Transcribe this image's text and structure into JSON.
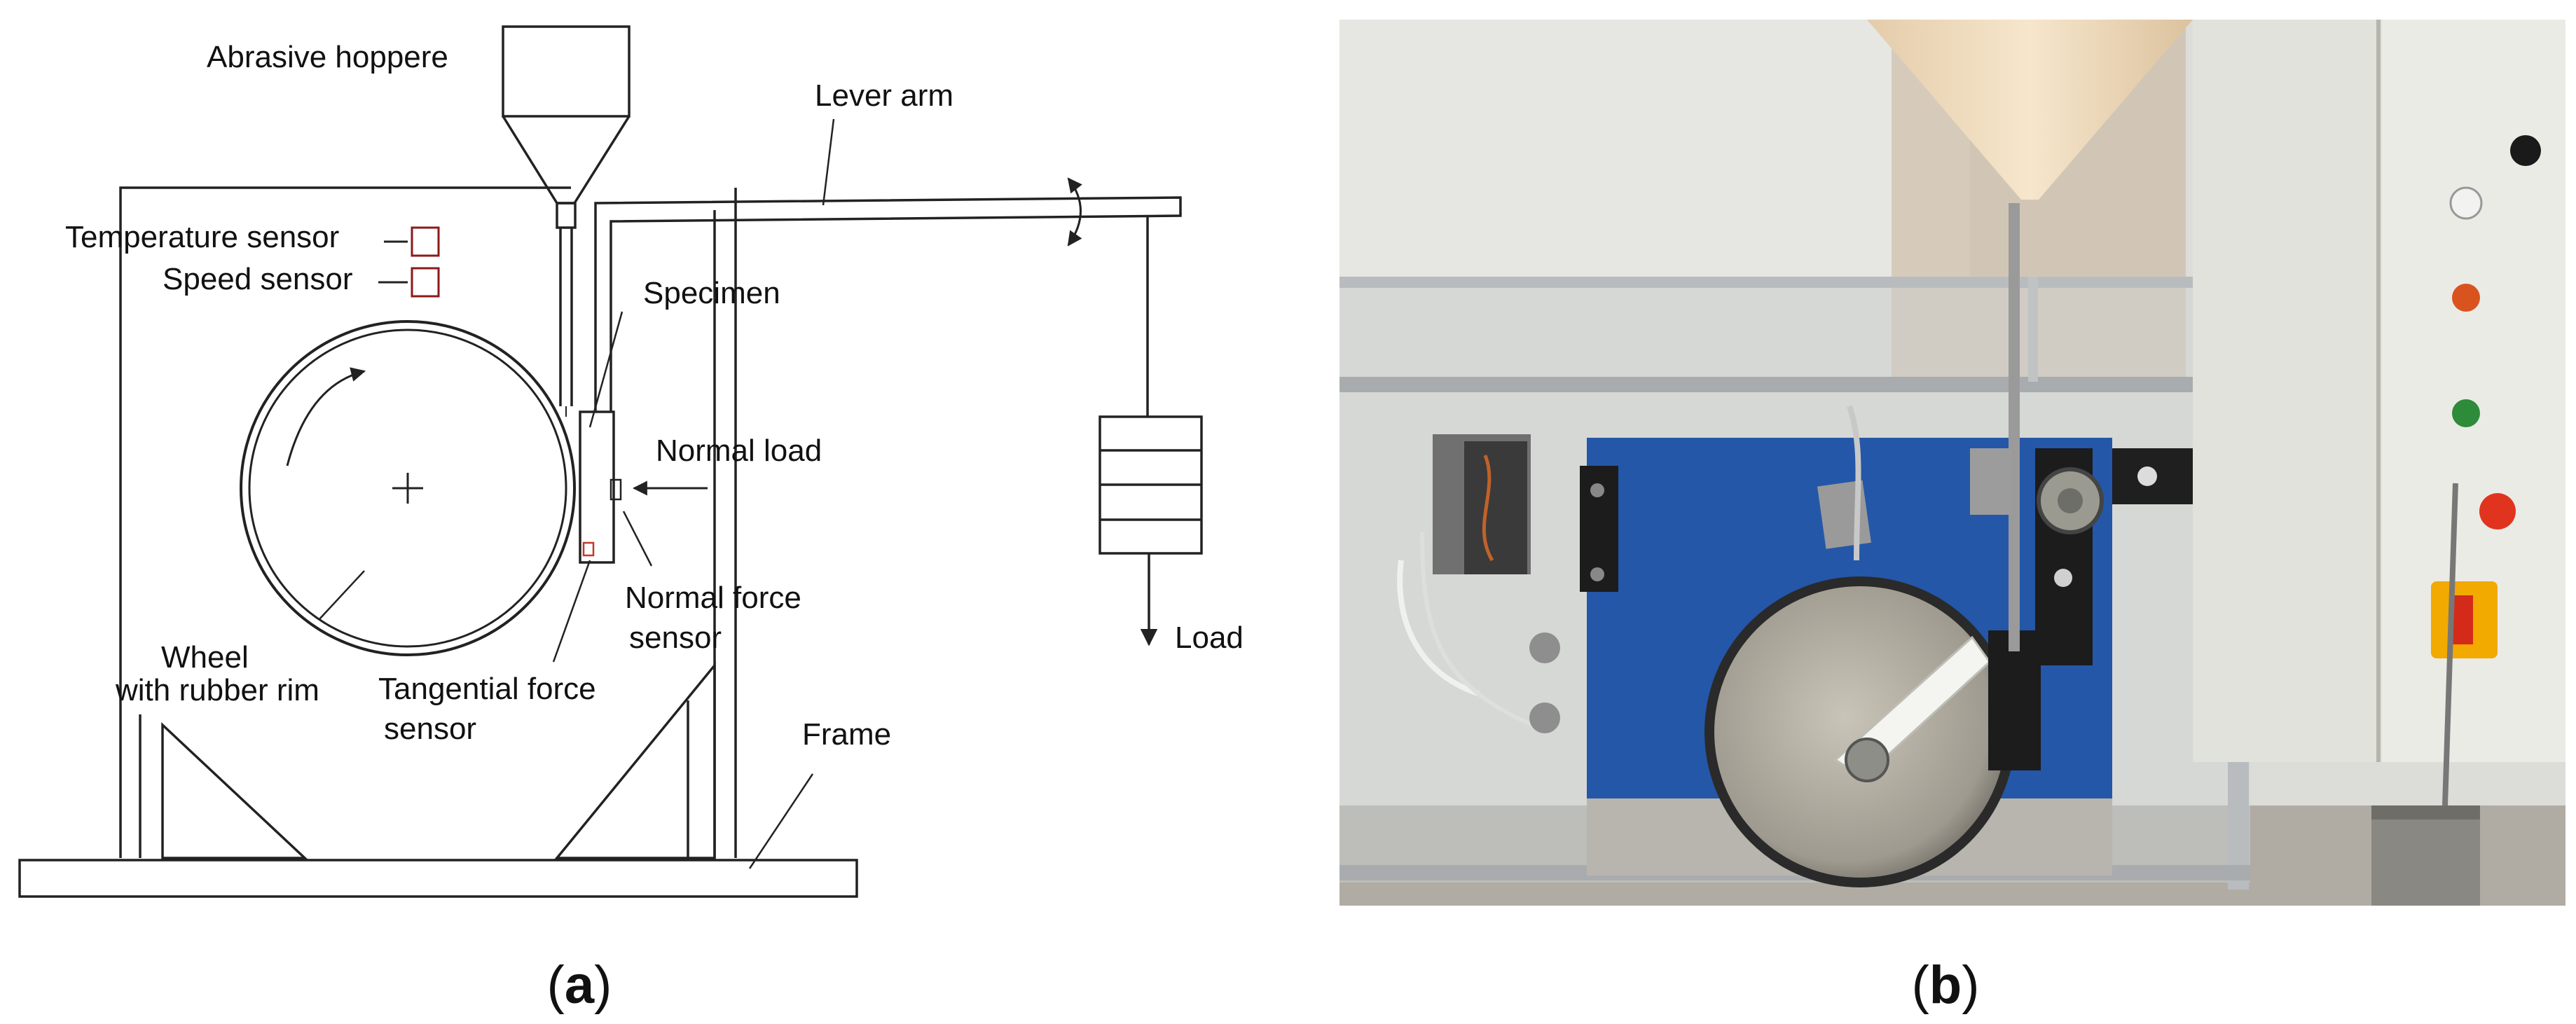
{
  "panel_a": {
    "labels": {
      "abrasive_hopper": "Abrasive hoppere",
      "lever_arm": "Lever arm",
      "temperature_sensor": "Temperature sensor",
      "speed_sensor": "Speed sensor",
      "specimen": "Specimen",
      "normal_load": "Normal load",
      "normal_force_sensor_1": "Normal force",
      "normal_force_sensor_2": "sensor",
      "load": "Load",
      "wheel_1": "Wheel",
      "wheel_2": "with rubber rim",
      "tangential_force_sensor_1": "Tangential force",
      "tangential_force_sensor_2": "sensor",
      "frame": "Frame"
    },
    "caption": {
      "open": "(",
      "letter": "a",
      "close": ")"
    }
  },
  "panel_b": {
    "caption": {
      "open": "(",
      "letter": "b",
      "close": ")"
    }
  },
  "colors": {
    "line": "#222222",
    "sensor_box": "#8b1a1a",
    "panel_blue": "#2457a8",
    "photo_wall": "#dcdcd8",
    "funnel": "#f0dcc0",
    "cabinet": "#ebebe6"
  }
}
